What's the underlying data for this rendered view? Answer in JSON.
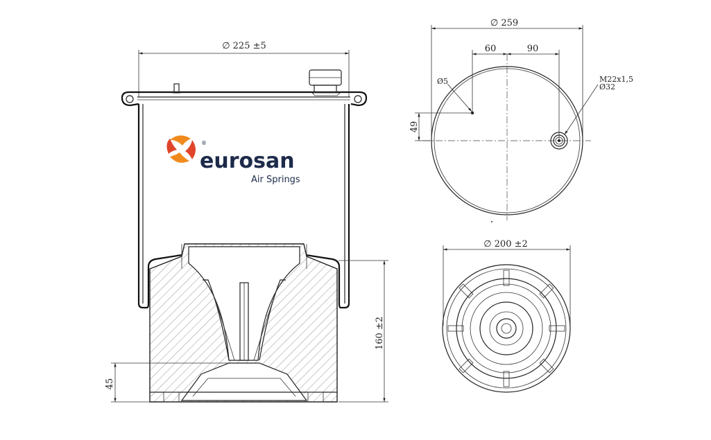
{
  "brand": {
    "name": "eurosan",
    "subtitle": "Air Springs",
    "registered": "®",
    "colors": {
      "navy": "#1d2a4a",
      "orange": "#f08a1c",
      "red": "#e0442a"
    }
  },
  "side_view": {
    "top_diameter": "∅ 225 ±5",
    "height": "160 ±2",
    "piston_height": "45"
  },
  "top_view": {
    "outer_diameter": "∅ 259",
    "offset_left": "60",
    "offset_right": "90",
    "pin_hole": "Ø5",
    "offset_vertical": "49",
    "thread": "M22x1,5",
    "port_diameter": "Ø32"
  },
  "bottom_view": {
    "piston_diameter": "∅ 200 ±2"
  }
}
